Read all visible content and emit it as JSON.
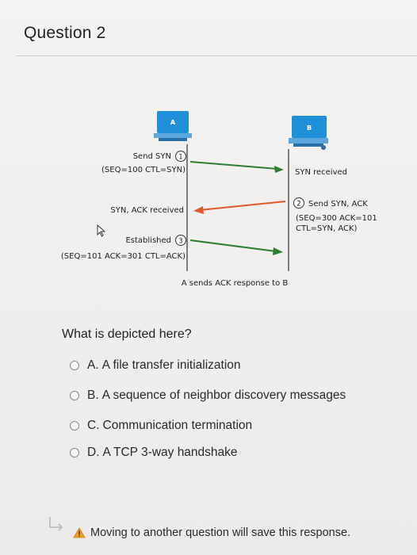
{
  "question": {
    "title": "Question 2",
    "prompt": "What is depicted here?"
  },
  "diagram": {
    "host_a": "A",
    "host_b": "B",
    "step1_label": "Send SYN",
    "step1_num": "1",
    "step1_detail": "(SEQ=100 CTL=SYN)",
    "b_received": "SYN received",
    "step2_num": "2",
    "step2_label": "Send SYN, ACK",
    "step2_detail1": "(SEQ=300 ACK=101",
    "step2_detail2": "CTL=SYN, ACK)",
    "a_received": "SYN, ACK received",
    "step3_label": "Established",
    "step3_num": "3",
    "step3_detail": "(SEQ=101 ACK=301 CTL=ACK)",
    "caption": "A sends ACK response to B",
    "colors": {
      "forward_arrow": "#2e7d32",
      "return_arrow": "#e0592a",
      "host_icon": "#1f8fd8"
    }
  },
  "options": [
    {
      "letter": "A.",
      "text": "A file transfer initialization"
    },
    {
      "letter": "B.",
      "text": "A sequence of neighbor discovery messages"
    },
    {
      "letter": "C.",
      "text": "Communication termination"
    },
    {
      "letter": "D.",
      "text": "A TCP 3-way handshake"
    }
  ],
  "footer": {
    "notice": "Moving to another question will save this response."
  }
}
